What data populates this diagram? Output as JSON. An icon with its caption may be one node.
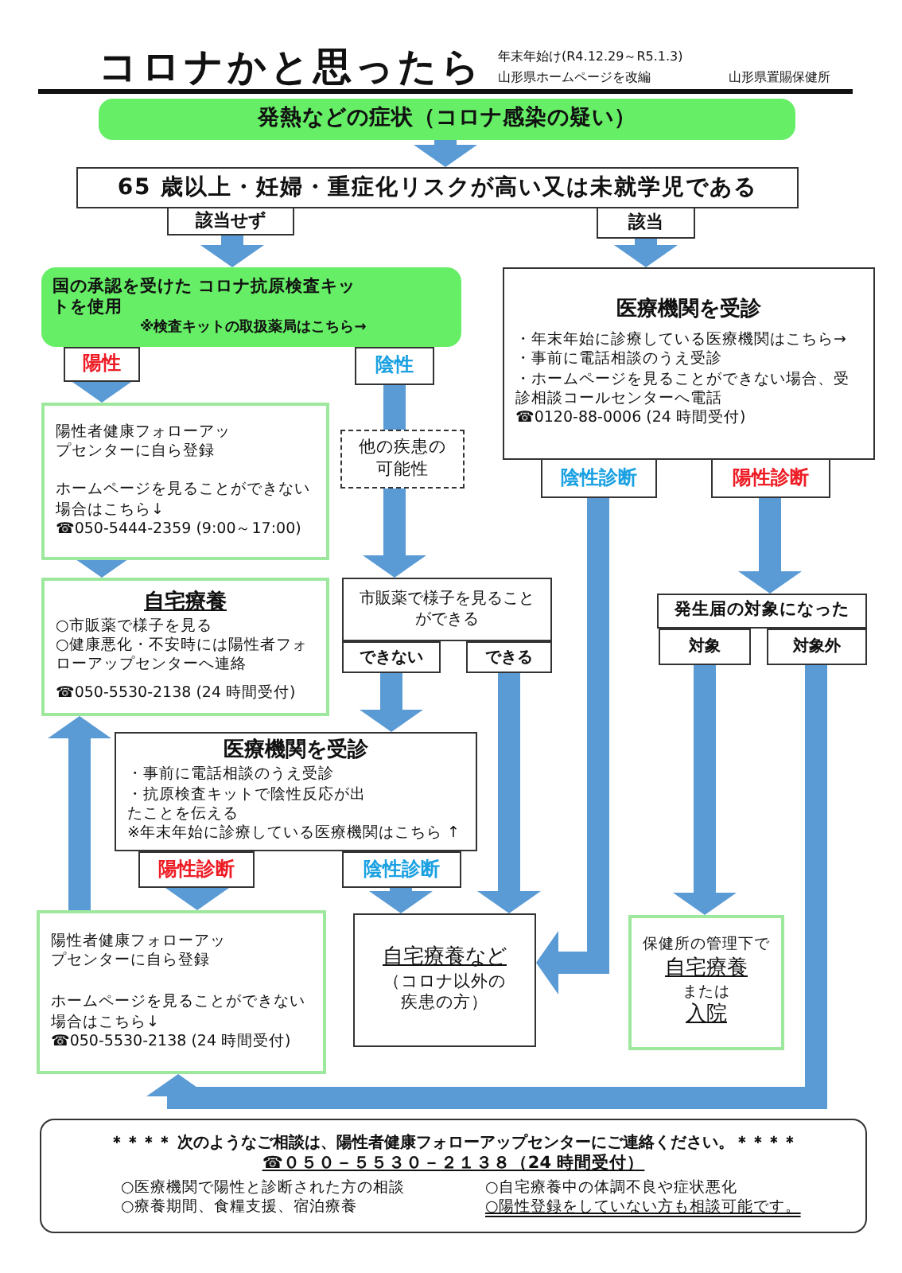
{
  "diagram": {
    "title": "コロナかと思ったら",
    "nodes": [
      {
        "text": [
          "発熱などの症状（コロナ感染の疑い）"
        ]
      },
      {
        "text": [
          "65 歳以上・妊婦・重症化リスクが高い又は未就学児である"
        ]
      },
      {
        "text": [
          "該当せず"
        ]
      },
      {
        "text": [
          "該当"
        ]
      },
      {
        "text": [
          "国の承認を受けた コロナ抗原検査キットを使用",
          "※検査キットの取扱薬局はこちら→"
        ]
      },
      {
        "text": [
          "医療機関を受診",
          "・年末年始に診療している医療機関はこちら→",
          "・事前に電話相談のうえ受診",
          "・ホームページを見ることができない場合、受診相談コールセンターへ電話",
          "☎0120-88-0006 (24 時間受付)"
        ]
      },
      {
        "text": [
          "陽性"
        ]
      },
      {
        "text": [
          "陰性"
        ]
      },
      {
        "text": [
          "陰性診断"
        ]
      },
      {
        "text": [
          "陽性診断"
        ]
      },
      {
        "text": [
          "陽性者健康フォローアップセンターに自ら登録",
          "ホームページを見ることができない場合はこちら↓",
          "☎050-5444-2359 (9:00～17:00)"
        ]
      },
      {
        "text": [
          "他の疾患の可能性"
        ]
      },
      {
        "text": [
          "自宅療養",
          "○市販薬で様子を見る",
          "○健康悪化・不安時には陽性者フォローアップセンターへ連絡",
          "☎050-5530-2138 (24 時間受付)"
        ]
      },
      {
        "text": [
          "市販薬で様子を見ることができる"
        ]
      },
      {
        "text": [
          "できない"
        ]
      },
      {
        "text": [
          "できる"
        ]
      },
      {
        "text": [
          "発生届の対象になった"
        ]
      },
      {
        "text": [
          "対象"
        ]
      },
      {
        "text": [
          "対象外"
        ]
      },
      {
        "text": [
          "医療機関を受診",
          "・事前に電話相談のうえ受診",
          "・抗原検査キットで陰性反応が出たことを伝える",
          "※年末年始に診療している医療機関はこちら ↑"
        ]
      },
      {
        "text": [
          "陽性診断"
        ]
      },
      {
        "text": [
          "陰性診断"
        ]
      },
      {
        "text": [
          "陽性者健康フォローアップセンターに自ら登録",
          "ホームページを見ることができない場合はこちら↓",
          "☎050-5530-2138 (24 時間受付)"
        ]
      },
      {
        "text": [
          "自宅療養など",
          "（コロナ以外の疾患の方）"
        ]
      },
      {
        "text": [
          "保健所の管理下で",
          "自宅療養",
          "または",
          "入院"
        ]
      },
      {
        "text": [
          "＊＊＊＊ 次のようなご相談は、陽性者健康フォローアップセンターにご連絡ください。＊＊＊＊",
          "☎０５０－５５３０－２１３８（24 時間受付）",
          "○医療機関で陽性と診断された方の相談",
          "○自宅療養中の体調不良や症状悪化",
          "○療養期間、食糧支援、宿泊療養",
          "○陽性登録をしていない方も相談可能です。"
        ]
      }
    ],
    "edges": [
      {
        "from": 0,
        "to": 1,
        "arrow": "to"
      },
      {
        "from": 2,
        "to": 4,
        "arrow": "to"
      },
      {
        "from": 3,
        "to": 5,
        "arrow": "to"
      },
      {
        "from": 6,
        "to": 10,
        "arrow": "to"
      },
      {
        "from": 7,
        "to": 11,
        "arrow": "none"
      },
      {
        "from": 11,
        "to": 13,
        "arrow": "to"
      },
      {
        "from": 10,
        "to": 12,
        "arrow": "to"
      },
      {
        "from": 14,
        "to": 19,
        "arrow": "to"
      },
      {
        "from": 15,
        "to": 23,
        "arrow": "to"
      },
      {
        "from": 8,
        "to": 23,
        "arrow": "to"
      },
      {
        "from": 9,
        "to": 16,
        "arrow": "to"
      },
      {
        "from": 17,
        "to": 24,
        "arrow": "to"
      },
      {
        "from": 18,
        "to": 22,
        "arrow": "to"
      },
      {
        "from": 22,
        "to": 12,
        "arrow": "to"
      },
      {
        "from": 20,
        "to": 22,
        "arrow": "to"
      },
      {
        "from": 21,
        "to": 23,
        "arrow": "to"
      }
    ],
    "labels": [
      "年末年始け(R4.12.29～R5.1.3)",
      "山形県ホームページを改編",
      "山形県置賜保健所"
    ]
  }
}
